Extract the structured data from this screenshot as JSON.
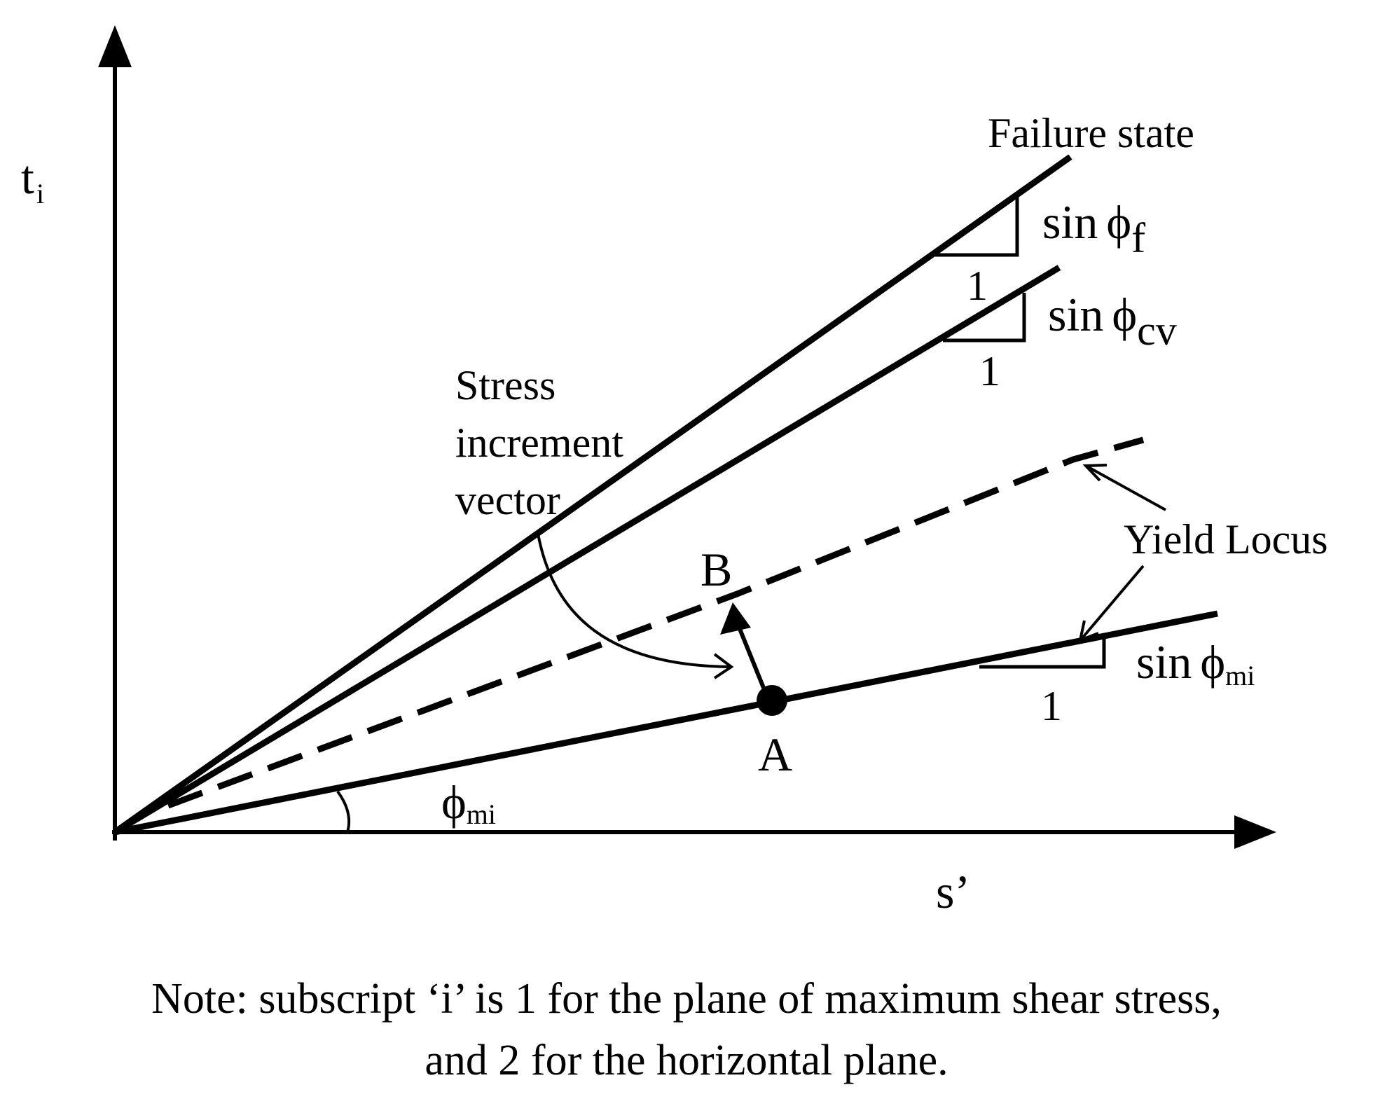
{
  "axes": {
    "y_label_main": "t",
    "y_label_sub": "i",
    "x_label": "s’"
  },
  "lines": {
    "failure_state": "Failure state",
    "yield_locus": "Yield Locus",
    "stress_increment": [
      "Stress",
      "increment",
      "vector"
    ]
  },
  "slopes": {
    "f": {
      "sin": "sin",
      "phi": "ϕ",
      "sub": "f",
      "run": "1"
    },
    "cv": {
      "sin": "sin",
      "phi": "ϕ",
      "sub": "cv",
      "run": "1"
    },
    "mi": {
      "sin": "sin",
      "phi": "ϕ",
      "sub": "mi",
      "run": "1"
    }
  },
  "angle": {
    "phi": "ϕ",
    "sub": "mi"
  },
  "points": {
    "A": "A",
    "B": "B"
  },
  "note": {
    "line1": "Note: subscript ‘i’ is 1 for the plane of maximum shear stress,",
    "line2": "and 2 for the horizontal plane."
  }
}
